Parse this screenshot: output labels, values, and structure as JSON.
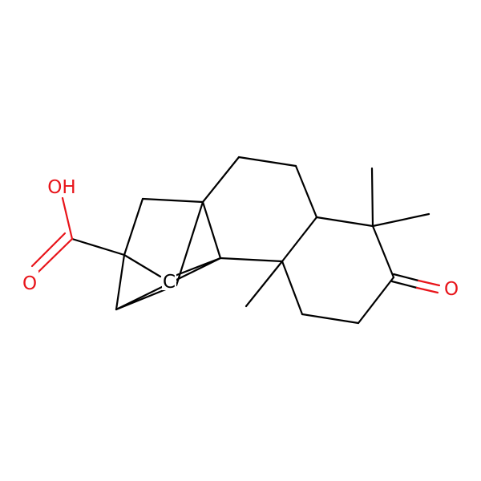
{
  "atoms": {
    "hydroxyl": {
      "text": "OH",
      "color": "#e8141a"
    },
    "carbonyl_oxygen": {
      "text": "O",
      "color": "#e8141a"
    },
    "ketone_oxygen": {
      "text": "O",
      "color": "#e8141a"
    },
    "bridge_carbon": {
      "text": "C",
      "color": "#000000"
    }
  },
  "colors": {
    "bond": "#000000",
    "oxygen": "#e8141a",
    "background": "#ffffff"
  }
}
